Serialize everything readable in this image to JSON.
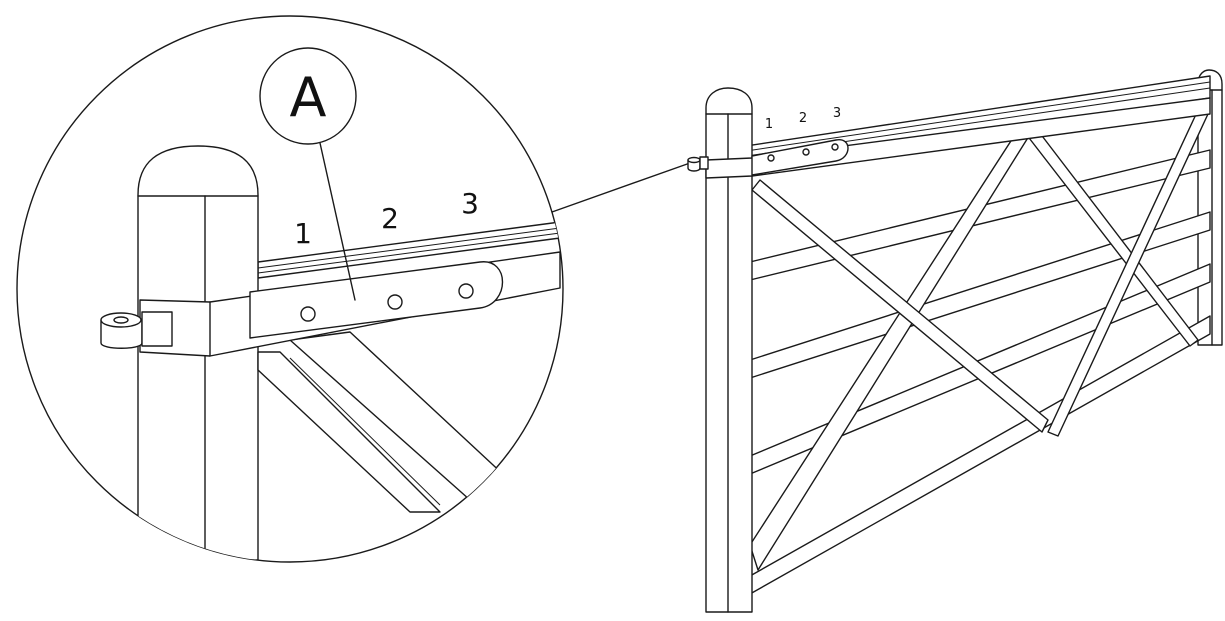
{
  "detail": {
    "callout_label": "A",
    "hole_labels": [
      "1",
      "2",
      "3"
    ]
  },
  "gate": {
    "hole_labels": [
      "1",
      "2",
      "3"
    ]
  },
  "colors": {
    "line": "#1a1a1a",
    "background": "#ffffff"
  }
}
